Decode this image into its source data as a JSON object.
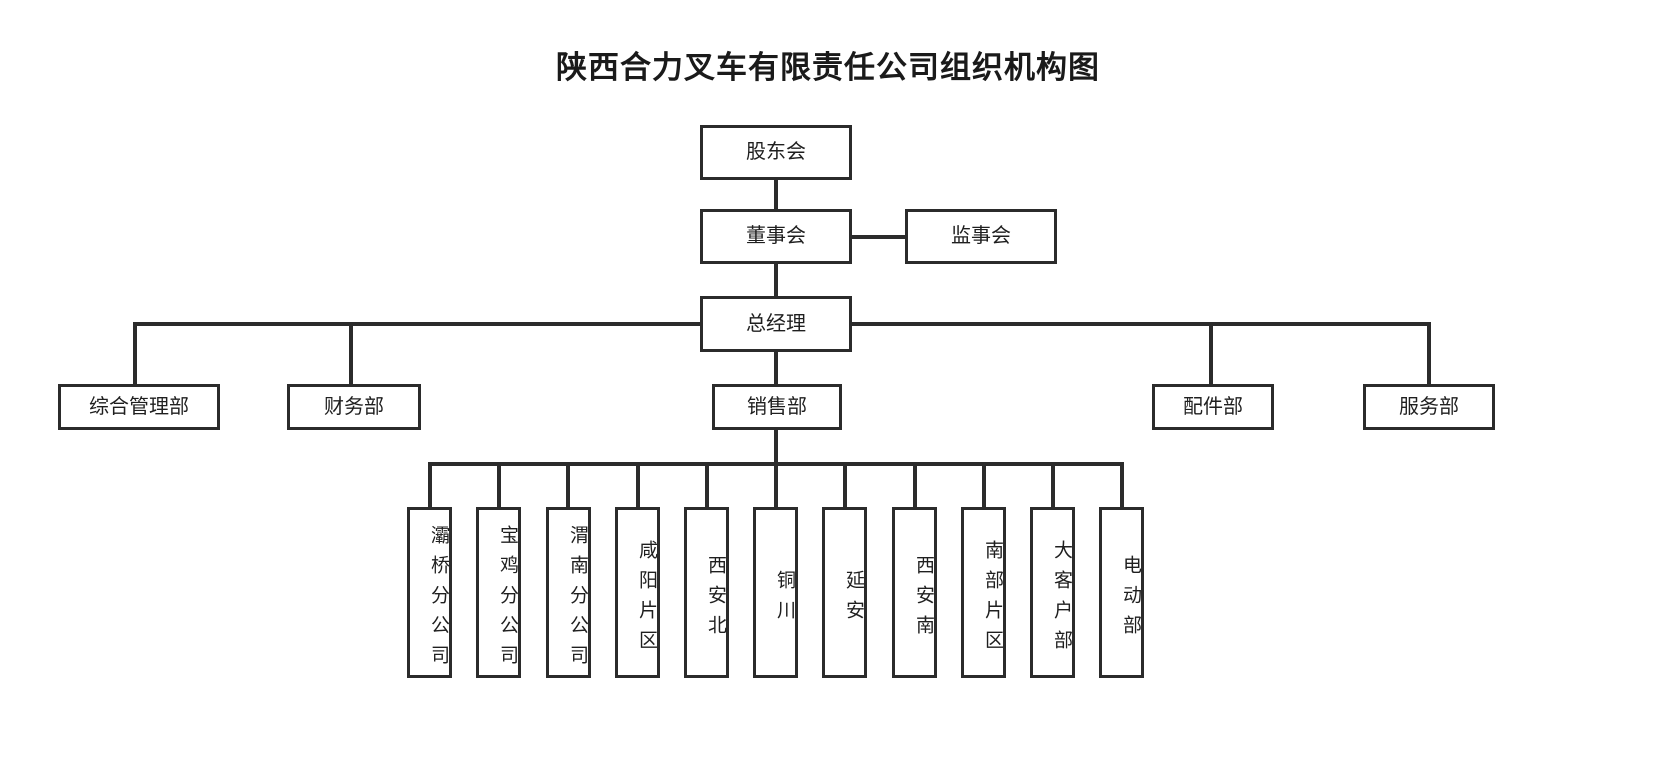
{
  "title": "陕西合力叉车有限责任公司组织机构图",
  "colors": {
    "line": "#2b2b2b",
    "box_border": "#2b2b2b",
    "box_fill": "#ffffff",
    "text": "#1f1f1f",
    "title_text": "#1a1a1a",
    "background": "#ffffff"
  },
  "chart_data": {
    "type": "diagram",
    "diagram_type": "organization-chart",
    "title": "陕西合力叉车有限责任公司组织机构图",
    "orientation": "top-down",
    "nodes": [
      {
        "id": "shareholders",
        "label": "股东会",
        "level": 0,
        "orientation": "horizontal"
      },
      {
        "id": "board",
        "label": "董事会",
        "level": 1,
        "orientation": "horizontal"
      },
      {
        "id": "supervisors",
        "label": "监事会",
        "level": 1,
        "orientation": "horizontal"
      },
      {
        "id": "gm",
        "label": "总经理",
        "level": 2,
        "orientation": "horizontal"
      },
      {
        "id": "admin",
        "label": "综合管理部",
        "level": 3,
        "orientation": "horizontal"
      },
      {
        "id": "finance",
        "label": "财务部",
        "level": 3,
        "orientation": "horizontal"
      },
      {
        "id": "sales",
        "label": "销售部",
        "level": 3,
        "orientation": "horizontal"
      },
      {
        "id": "parts",
        "label": "配件部",
        "level": 3,
        "orientation": "horizontal"
      },
      {
        "id": "service",
        "label": "服务部",
        "level": 3,
        "orientation": "horizontal"
      },
      {
        "id": "baqiao",
        "label": "灞桥分公司",
        "level": 4,
        "orientation": "vertical"
      },
      {
        "id": "baoji",
        "label": "宝鸡分公司",
        "level": 4,
        "orientation": "vertical"
      },
      {
        "id": "weinan",
        "label": "渭南分公司",
        "level": 4,
        "orientation": "vertical"
      },
      {
        "id": "xianyang",
        "label": "咸阳片区",
        "level": 4,
        "orientation": "vertical"
      },
      {
        "id": "xianbei",
        "label": "西安北",
        "level": 4,
        "orientation": "vertical"
      },
      {
        "id": "tongchuan",
        "label": "铜川",
        "level": 4,
        "orientation": "vertical"
      },
      {
        "id": "yanan",
        "label": "延安",
        "level": 4,
        "orientation": "vertical"
      },
      {
        "id": "xiannan",
        "label": "西安南",
        "level": 4,
        "orientation": "vertical"
      },
      {
        "id": "nanbu",
        "label": "南部片区",
        "level": 4,
        "orientation": "vertical"
      },
      {
        "id": "dakehu",
        "label": "大客户部",
        "level": 4,
        "orientation": "vertical"
      },
      {
        "id": "diandong",
        "label": "电动部",
        "level": 4,
        "orientation": "vertical"
      }
    ],
    "edges": [
      {
        "from": "shareholders",
        "to": "board"
      },
      {
        "from": "board",
        "to": "supervisors",
        "style": "lateral"
      },
      {
        "from": "board",
        "to": "gm"
      },
      {
        "from": "gm",
        "to": "admin"
      },
      {
        "from": "gm",
        "to": "finance"
      },
      {
        "from": "gm",
        "to": "sales"
      },
      {
        "from": "gm",
        "to": "parts"
      },
      {
        "from": "gm",
        "to": "service"
      },
      {
        "from": "sales",
        "to": "baqiao"
      },
      {
        "from": "sales",
        "to": "baoji"
      },
      {
        "from": "sales",
        "to": "weinan"
      },
      {
        "from": "sales",
        "to": "xianyang"
      },
      {
        "from": "sales",
        "to": "xianbei"
      },
      {
        "from": "sales",
        "to": "tongchuan"
      },
      {
        "from": "sales",
        "to": "yanan"
      },
      {
        "from": "sales",
        "to": "xiannan"
      },
      {
        "from": "sales",
        "to": "nanbu"
      },
      {
        "from": "sales",
        "to": "dakehu"
      },
      {
        "from": "sales",
        "to": "diandong"
      }
    ]
  },
  "nodes": {
    "shareholders": "股东会",
    "board": "董事会",
    "supervisors": "监事会",
    "gm": "总经理",
    "admin": "综合管理部",
    "finance": "财务部",
    "sales": "销售部",
    "parts": "配件部",
    "service": "服务部",
    "baqiao": "灞桥分公司",
    "baoji": "宝鸡分公司",
    "weinan": "渭南分公司",
    "xianyang": "咸阳片区",
    "xianbei": "西安北",
    "tongchuan": "铜川",
    "yanan": "延安",
    "xiannan": "西安南",
    "nanbu": "南部片区",
    "dakehu": "大客户部",
    "diandong": "电动部"
  }
}
